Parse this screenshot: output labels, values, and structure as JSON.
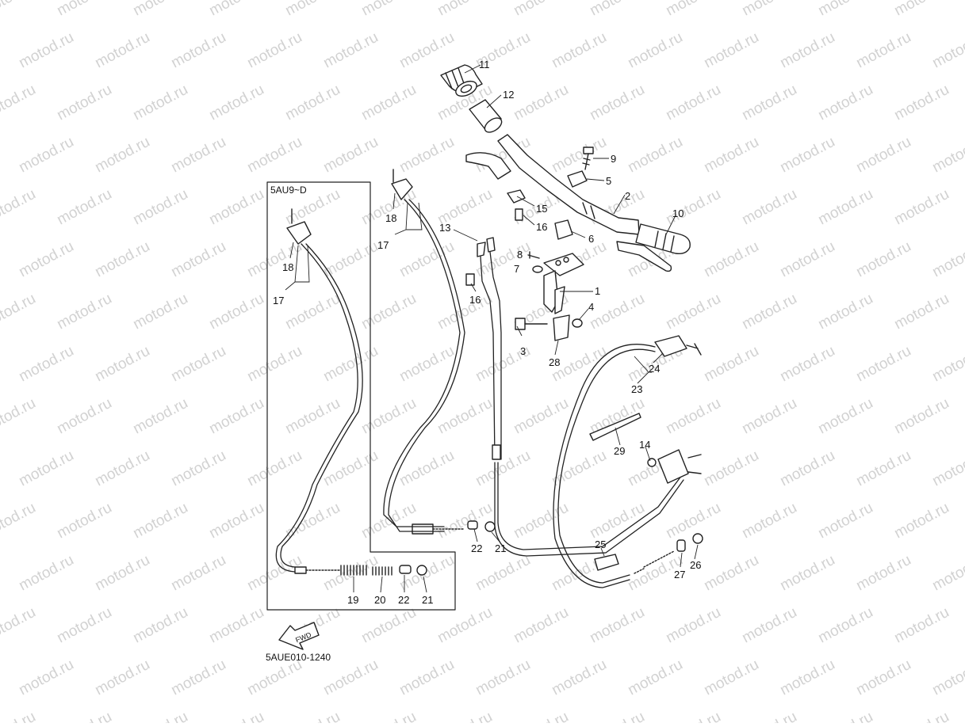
{
  "watermark": {
    "text": "motod.ru"
  },
  "variant_box": {
    "label": "5AU9~D"
  },
  "fwd_arrow": {
    "label": "FWD"
  },
  "diagram_code": "5AUE010-1240",
  "callouts": [
    {
      "id": "c11",
      "text": "11"
    },
    {
      "id": "c12",
      "text": "12"
    },
    {
      "id": "c9",
      "text": "9"
    },
    {
      "id": "c5",
      "text": "5"
    },
    {
      "id": "c2",
      "text": "2"
    },
    {
      "id": "c10",
      "text": "10"
    },
    {
      "id": "c15",
      "text": "15"
    },
    {
      "id": "c16a",
      "text": "16"
    },
    {
      "id": "c6",
      "text": "6"
    },
    {
      "id": "c13",
      "text": "13"
    },
    {
      "id": "c8",
      "text": "8"
    },
    {
      "id": "c7",
      "text": "7"
    },
    {
      "id": "c16b",
      "text": "16"
    },
    {
      "id": "c1",
      "text": "1"
    },
    {
      "id": "c4",
      "text": "4"
    },
    {
      "id": "c3",
      "text": "3"
    },
    {
      "id": "c28",
      "text": "28"
    },
    {
      "id": "c18a",
      "text": "18"
    },
    {
      "id": "c17a",
      "text": "17"
    },
    {
      "id": "c18b",
      "text": "18"
    },
    {
      "id": "c17b",
      "text": "17"
    },
    {
      "id": "c24",
      "text": "24"
    },
    {
      "id": "c23",
      "text": "23"
    },
    {
      "id": "c29",
      "text": "29"
    },
    {
      "id": "c14",
      "text": "14"
    },
    {
      "id": "c22a",
      "text": "22"
    },
    {
      "id": "c21a",
      "text": "21"
    },
    {
      "id": "c25",
      "text": "25"
    },
    {
      "id": "c27",
      "text": "27"
    },
    {
      "id": "c26",
      "text": "26"
    },
    {
      "id": "c19",
      "text": "19"
    },
    {
      "id": "c20",
      "text": "20"
    },
    {
      "id": "c22b",
      "text": "22"
    },
    {
      "id": "c21b",
      "text": "21"
    }
  ]
}
